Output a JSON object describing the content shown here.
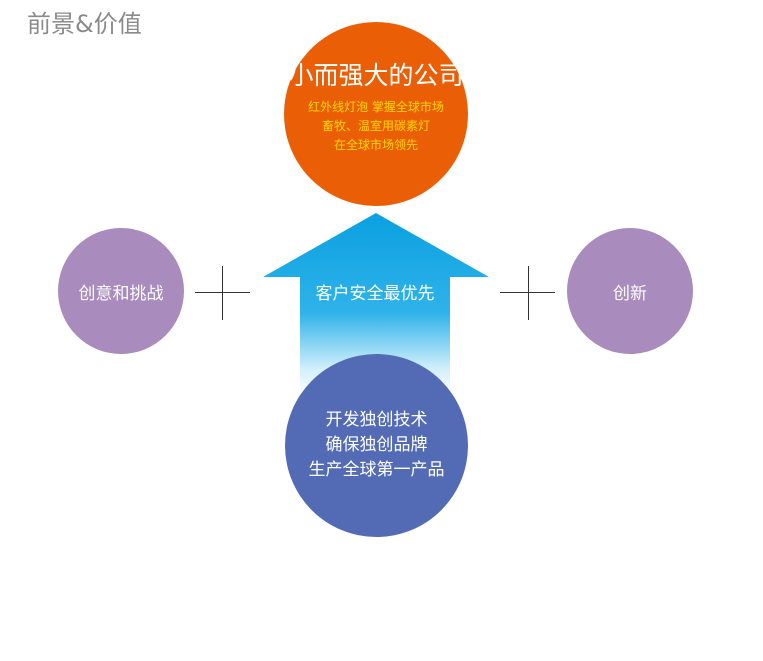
{
  "page_title": "前景&价值",
  "top": {
    "title": "小而强大的公司",
    "lines": [
      "红外线灯泡 掌握全球市场",
      "畜牧、温室用碳素灯",
      "在全球市场领先"
    ]
  },
  "left": {
    "label": "创意和挑战"
  },
  "right": {
    "label": "创新"
  },
  "arrow": {
    "label": "客户安全最优先"
  },
  "bottom": {
    "lines": [
      "开发独创技术",
      "确保独创品牌",
      "生产全球第一产品"
    ]
  },
  "colors": {
    "top_circle": "#ea5f06",
    "side_circle": "#a98bbd",
    "bottom_circle": "#536bb4",
    "arrow": "#0aa0e0",
    "highlight_text": "#ffd700"
  }
}
